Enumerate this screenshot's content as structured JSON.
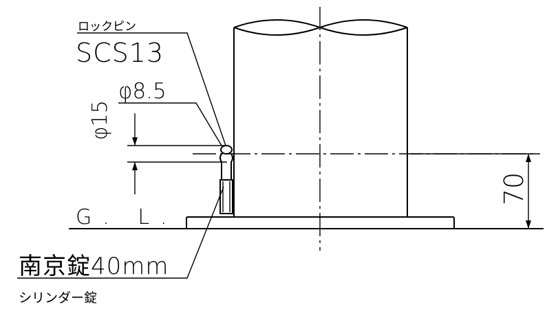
{
  "labels": {
    "lock_pin_label": "ロックピン",
    "lock_pin_material": "SCS13",
    "pin_diameter": "φ8.5",
    "hole_diameter": "φ15",
    "ground_level": "G. L.",
    "padlock": "南京錠40mm",
    "cylinder_lock": "シリンダー錠",
    "height_dimension": "70"
  }
}
